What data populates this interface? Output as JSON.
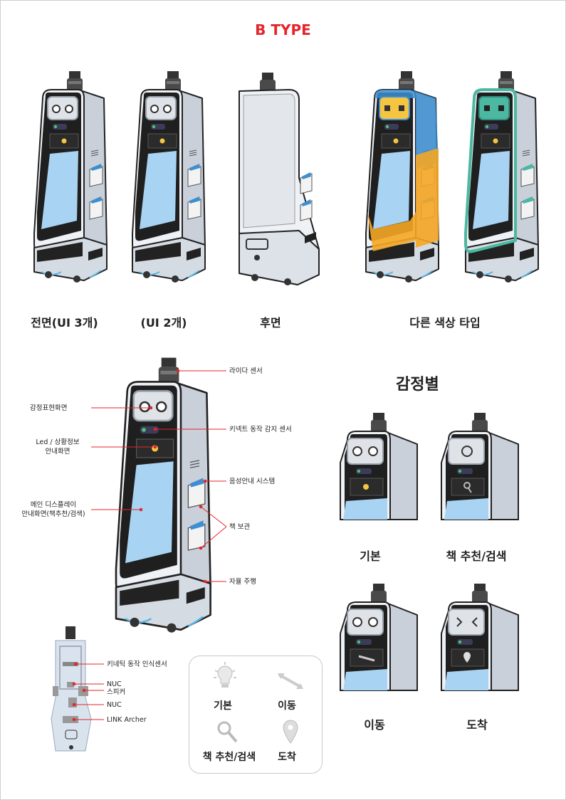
{
  "title": "B TYPE",
  "top_row": {
    "front_label": "전면(UI 3개)",
    "front2_label": "(UI 2개)",
    "back_label": "후면",
    "color_label": "다른 색상 타입"
  },
  "callouts": {
    "lidar": "라이다 센서",
    "emotion_screen": "감정표현화면",
    "kinect": "키넥트 동작 감지 센서",
    "led_info": "Led / 상황정보\n안내화면",
    "voice": "음성안내 시스템",
    "main_display": "메인 디스플레이\n안내화면(책추천/검색)",
    "book_storage": "책 보관",
    "autonomous": "자율 주행"
  },
  "internals": {
    "kinect": "키네틱 동작 인식센서",
    "nuc1": "NUC",
    "speaker": "스피커",
    "nuc2": "NUC",
    "link": "LINK Archer"
  },
  "emotion": {
    "heading": "감정별",
    "basic": "기본",
    "book": "책 추천/검색",
    "move": "이동",
    "arrive": "도착"
  },
  "legend": {
    "basic": "기본",
    "move": "이동",
    "book": "책 추천/검색",
    "arrive": "도착"
  },
  "colors": {
    "title_red": "#e4262b",
    "screen_blue": "#a8d3f2",
    "body_gray": "#e6e9ee",
    "bezel_black": "#1f1f1f",
    "accent_blue": "#3d8fd1",
    "accent_orange": "#f5a623",
    "accent_teal": "#4cb8a1"
  }
}
